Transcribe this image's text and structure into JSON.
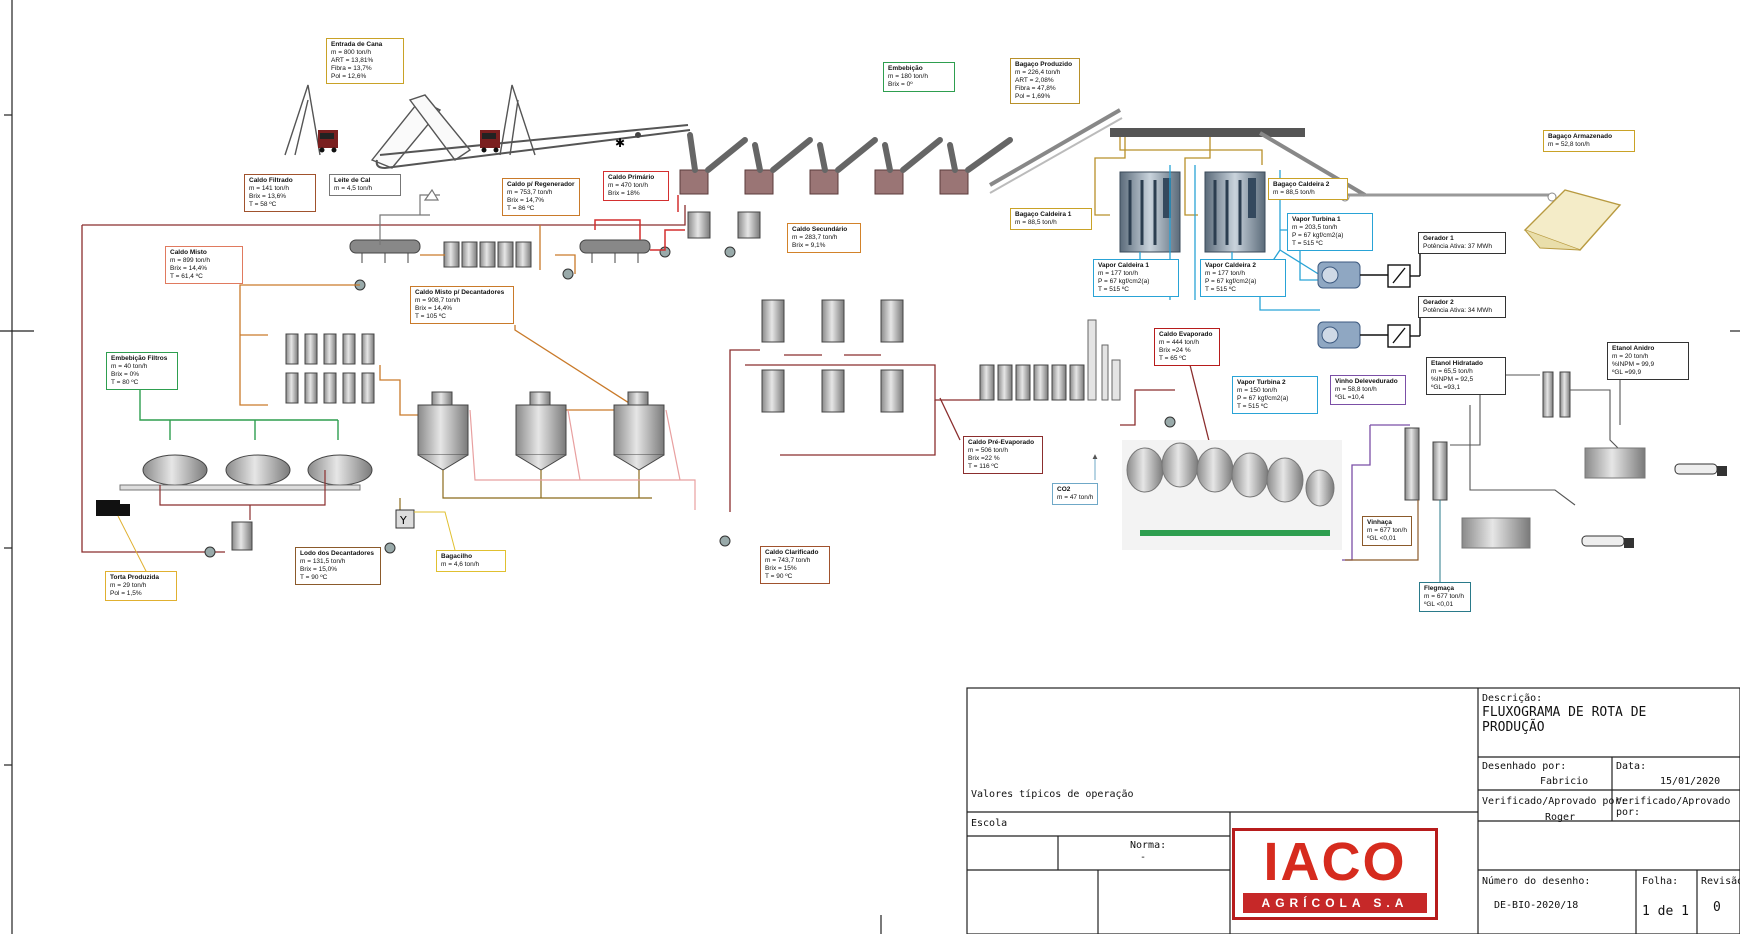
{
  "labels": [
    {
      "id": "entrada-cana",
      "title": "Entrada de Cana",
      "lines": [
        "m = 800 ton/h",
        "ART = 13,81%",
        "Fibra = 13,7%",
        "Pol = 12,6%"
      ],
      "color": "#c9a227"
    },
    {
      "id": "embebicao",
      "title": "Embebição",
      "lines": [
        "m = 180 ton/h",
        "Brix = 0º"
      ],
      "color": "#2e9e4f"
    },
    {
      "id": "bagaco-produzido",
      "title": "Bagaço Produzido",
      "lines": [
        "m = 226,4 ton/h",
        "ART = 2,08%",
        "Fibra = 47,8%",
        "Pol = 1,69%"
      ],
      "color": "#b8902a"
    },
    {
      "id": "bagaco-armazenado",
      "title": "Bagaço Armazenado",
      "lines": [
        "m = 52,8 ton/h"
      ],
      "color": "#c9a227"
    },
    {
      "id": "caldo-filtrado",
      "title": "Caldo Filtrado",
      "lines": [
        "m = 141 ton/h",
        "Brix = 13,6%",
        "T = 58 ºC"
      ],
      "color": "#a0522d"
    },
    {
      "id": "leite-cal",
      "title": "Leite de Cal",
      "lines": [
        "m = 4,5 ton/h"
      ],
      "color": "#777777"
    },
    {
      "id": "caldo-regenerador",
      "title": "Caldo p/ Regenerador",
      "lines": [
        "m = 753,7 ton/h",
        "Brix = 14,7%",
        "T = 86 ºC"
      ],
      "color": "#c97a2a"
    },
    {
      "id": "caldo-primario",
      "title": "Caldo Primário",
      "lines": [
        "m = 470 ton/h",
        "Brix = 18%"
      ],
      "color": "#d32f2f"
    },
    {
      "id": "caldo-secundario",
      "title": "Caldo Secundário",
      "lines": [
        "m = 283,7 ton/h",
        "Brix = 9,1%"
      ],
      "color": "#d2822a"
    },
    {
      "id": "bagaco-caldeira-1",
      "title": "Bagaço Caldeira 1",
      "lines": [
        "m = 88,5 ton/h"
      ],
      "color": "#c9a227"
    },
    {
      "id": "bagaco-caldeira-2",
      "title": "Bagaço Caldeira 2",
      "lines": [
        "m = 88,5 ton/h"
      ],
      "color": "#c9a227"
    },
    {
      "id": "vapor-turbina-1",
      "title": "Vapor Turbina 1",
      "lines": [
        "m = 203,5 ton/h",
        "P = 67 kgf/cm2(a)",
        "T = 515 ºC"
      ],
      "color": "#29a3d6"
    },
    {
      "id": "gerador-1",
      "title": "Gerador 1",
      "lines": [
        "Potência Ativa: 37 MWh"
      ],
      "color": "#333333"
    },
    {
      "id": "gerador-2",
      "title": "Gerador 2",
      "lines": [
        "Potência Ativa: 34 MWh"
      ],
      "color": "#333333"
    },
    {
      "id": "caldo-misto",
      "title": "Caldo Misto",
      "lines": [
        "m = 899 ton/h",
        "Brix = 14,4%",
        "T = 61,4 ºC"
      ],
      "color": "#e07a5f"
    },
    {
      "id": "caldo-misto-decantadores",
      "title": "Caldo Misto p/ Decantadores",
      "lines": [
        "m = 908,7 ton/h",
        "Brix = 14,4%",
        "T = 105 ºC"
      ],
      "color": "#c97a2a"
    },
    {
      "id": "vapor-caldeira-1",
      "title": "Vapor Caldeira 1",
      "lines": [
        "m = 177 ton/h",
        "P = 67 kgf/cm2(a)",
        "T = 515 ºC"
      ],
      "color": "#29a3d6"
    },
    {
      "id": "vapor-caldeira-2",
      "title": "Vapor Caldeira 2",
      "lines": [
        "m = 177 ton/h",
        "P = 67 kgf/cm2(a)",
        "T = 515 ºC"
      ],
      "color": "#29a3d6"
    },
    {
      "id": "caldo-evaporado",
      "title": "Caldo Evaporado",
      "lines": [
        "m = 444 ton/h",
        "Brix =24 %",
        "T = 65 ºC"
      ],
      "color": "#b71c1c"
    },
    {
      "id": "embebicao-filtros",
      "title": "Embebição Filtros",
      "lines": [
        "m = 40 ton/h",
        "Brix = 0%",
        "T = 80 ºC"
      ],
      "color": "#2e9e4f"
    },
    {
      "id": "etanol-hidratado",
      "title": "Etanol Hidratado",
      "lines": [
        "m = 65,5 ton/h",
        "%INPM = 92,5",
        "ºGL =93,1"
      ],
      "color": "#333333"
    },
    {
      "id": "etanol-anidro",
      "title": "Etanol Anidro",
      "lines": [
        "m = 20 ton/h",
        "%INPM = 99,9",
        "ºGL =99,9"
      ],
      "color": "#333333"
    },
    {
      "id": "vapor-turbina-2",
      "title": "Vapor Turbina 2",
      "lines": [
        "m = 150 ton/h",
        "P = 67 kgf/cm2(a)",
        "T = 515 ºC"
      ],
      "color": "#29a3d6"
    },
    {
      "id": "vinho-delevedurado",
      "title": "Vinho Delevedurado",
      "lines": [
        "m = 58,8 ton/h",
        "ºGL =10,4"
      ],
      "color": "#7b4fa6"
    },
    {
      "id": "caldo-pre-evaporado",
      "title": "Caldo Pré-Evaporado",
      "lines": [
        "m = 506 ton/h",
        "Brix =22 %",
        "T = 116 ºC"
      ],
      "color": "#8b2e2e"
    },
    {
      "id": "co2",
      "title": "CO2",
      "lines": [
        "m = 47 ton/h"
      ],
      "color": "#6fa8c7"
    },
    {
      "id": "vinhaca",
      "title": "Vinhaça",
      "lines": [
        "m = 677 ton/h",
        "ºGL <0,01"
      ],
      "color": "#8b5a2b"
    },
    {
      "id": "torta-produzida",
      "title": "Torta Produzida",
      "lines": [
        "m = 29 ton/h",
        "Pol = 1,5%"
      ],
      "color": "#e0b030"
    },
    {
      "id": "lodo-decantadores",
      "title": "Lodo dos Decantadores",
      "lines": [
        "m = 131,5 ton/h",
        "Brix = 15,0%",
        "T = 90 ºC"
      ],
      "color": "#8b5a2b"
    },
    {
      "id": "bagacilho",
      "title": "Bagacilho",
      "lines": [
        "m = 4,6 ton/h"
      ],
      "color": "#e0c030"
    },
    {
      "id": "caldo-clarificado",
      "title": "Caldo Clarificado",
      "lines": [
        "m = 743,7 ton/h",
        "Brix = 15%",
        "T = 90 ºC"
      ],
      "color": "#a0522d"
    },
    {
      "id": "flegmaca",
      "title": "Flegmaça",
      "lines": [
        "m = 677 ton/h",
        "ºGL <0,01"
      ],
      "color": "#2a7a8a"
    }
  ],
  "title_block": {
    "notes": "Valores típicos de operação",
    "escola_label": "Escola",
    "norma_label": "Norma:",
    "norma_value": "-",
    "descricao_label": "Descrição:",
    "descricao_value_1": "FLUXOGRAMA DE ROTA DE",
    "descricao_value_2": "PRODUÇÃO",
    "desenhado_label": "Desenhado por:",
    "desenhado_value": "Fabricio",
    "data_label": "Data:",
    "data_value": "15/01/2020",
    "verificado_label_1": "Verificado/Aprovado por:",
    "verificado_value_1": "Roger",
    "verificado_label_2": "Verificado/Aprovado por:",
    "numero_label": "Número do desenho:",
    "numero_value": "DE-BIO-2020/18",
    "folha_label": "Folha:",
    "folha_value": "1 de 1",
    "revisao_label": "Revisão",
    "revisao_value": "0",
    "logo_main": "IACO",
    "logo_sub": "AGRÍCOLA S.A"
  }
}
